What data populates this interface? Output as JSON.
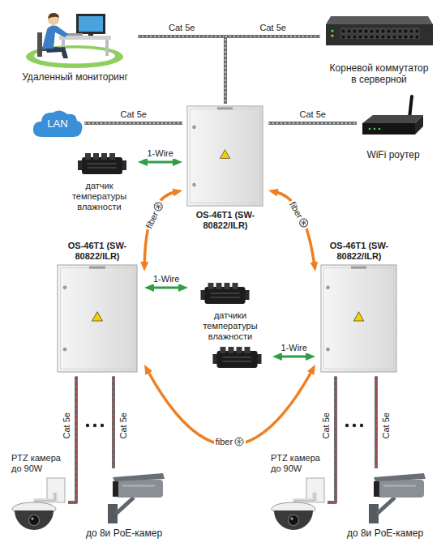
{
  "diagram": {
    "nodes": [
      {
        "text": [
          "Удаленный мониторинг"
        ]
      },
      {
        "text": [
          "Корневой коммутатор в серверной"
        ]
      },
      {
        "text": [
          "LAN"
        ]
      },
      {
        "text": [
          "OS-46T1 (SW-80822/ILR)"
        ]
      },
      {
        "text": [
          "WiFi роутер"
        ]
      },
      {
        "text": [
          "датчик температуры влажности"
        ]
      },
      {
        "text": [
          "OS-46T1 (SW-80822/ILR)"
        ]
      },
      {
        "text": [
          "OS-46T1 (SW-80822/ILR)"
        ]
      },
      {
        "text": [
          "датчики температуры влажности"
        ]
      },
      {
        "text": [
          "PTZ камера до 90W"
        ]
      },
      {
        "text": [
          "до 8и PoE-камер"
        ]
      },
      {
        "text": [
          "PTZ камера до 90W"
        ]
      },
      {
        "text": [
          "до 8и PoE-камер"
        ]
      }
    ],
    "edges": [
      {
        "from": 0,
        "to": 3,
        "label": "Cat 5e",
        "arrow": "none"
      },
      {
        "from": 1,
        "to": 3,
        "label": "Cat 5e",
        "arrow": "none"
      },
      {
        "from": 2,
        "to": 3,
        "label": "Cat 5e",
        "arrow": "none"
      },
      {
        "from": 3,
        "to": 4,
        "label": "Cat 5e",
        "arrow": "none"
      },
      {
        "from": 5,
        "to": 3,
        "label": "1-Wire",
        "arrow": "both"
      },
      {
        "from": 3,
        "to": 6,
        "label": "fiber",
        "arrow": "both"
      },
      {
        "from": 3,
        "to": 7,
        "label": "fiber",
        "arrow": "both"
      },
      {
        "from": 6,
        "to": 8,
        "label": "1-Wire",
        "arrow": "both"
      },
      {
        "from": 7,
        "to": 8,
        "label": "1-Wire",
        "arrow": "both"
      },
      {
        "from": 6,
        "to": 7,
        "label": "fiber",
        "arrow": "both"
      },
      {
        "from": 6,
        "to": 9,
        "label": "Cat 5e",
        "arrow": "none"
      },
      {
        "from": 6,
        "to": 10,
        "label": "Cat 5e",
        "arrow": "none"
      },
      {
        "from": 7,
        "to": 11,
        "label": "Cat 5e",
        "arrow": "none"
      },
      {
        "from": 7,
        "to": 12,
        "label": "Cat 5e",
        "arrow": "none"
      }
    ]
  }
}
